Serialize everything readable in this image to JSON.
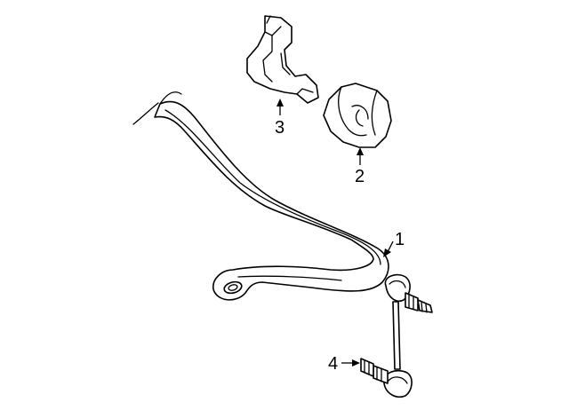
{
  "callouts": [
    {
      "number": "1",
      "part": "stabilizer-bar"
    },
    {
      "number": "2",
      "part": "bushing"
    },
    {
      "number": "3",
      "part": "bracket"
    },
    {
      "number": "4",
      "part": "nut"
    }
  ],
  "colors": {
    "line": "#000000",
    "background": "#ffffff"
  }
}
